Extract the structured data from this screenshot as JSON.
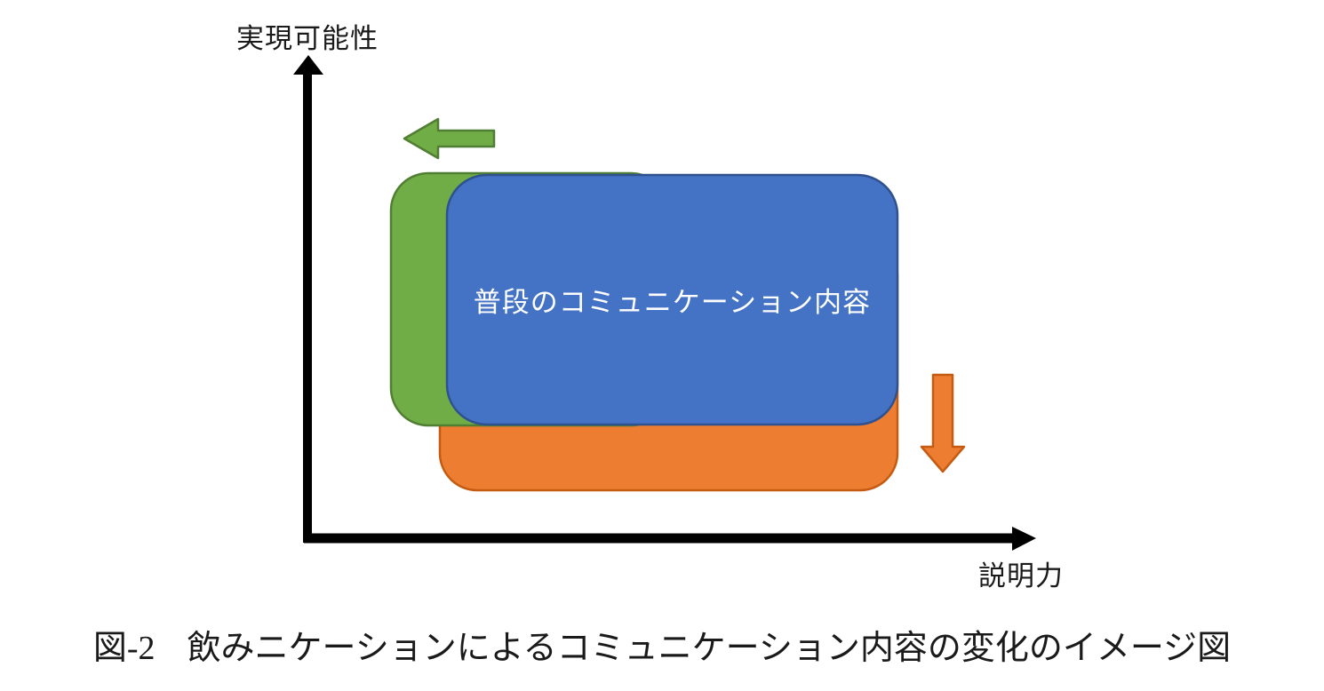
{
  "diagram": {
    "y_axis_label": "実現可能性",
    "x_axis_label": "説明力",
    "main_box_label": "普段のコミュニケーション内容",
    "caption_number": "図-2",
    "caption_text": "飲みニケーションによるコミュニケーション内容の変化のイメージ図",
    "boxes": [
      {
        "name": "main-communication-box",
        "label": "普段のコミュニケーション内容",
        "fill": "#4472C4",
        "border": "#2F528F"
      },
      {
        "name": "shifted-left-box",
        "label": "",
        "fill": "#70AD47",
        "border": "#507E32"
      },
      {
        "name": "shifted-down-box",
        "label": "",
        "fill": "#ED7D31",
        "border": "#C55A11"
      }
    ],
    "icons": {
      "shift_left_arrow": "left-arrow",
      "shift_down_arrow": "down-arrow",
      "y_axis_arrowhead": "up-arrowhead",
      "x_axis_arrowhead": "right-arrowhead"
    },
    "colors": {
      "blue_fill": "#4472C4",
      "blue_border": "#2F528F",
      "green_fill": "#70AD47",
      "green_border": "#507E32",
      "orange_fill": "#ED7D31",
      "orange_border": "#C55A11",
      "axis": "#000000",
      "background": "#FFFFFF",
      "box_text": "#FFFFFF"
    }
  }
}
